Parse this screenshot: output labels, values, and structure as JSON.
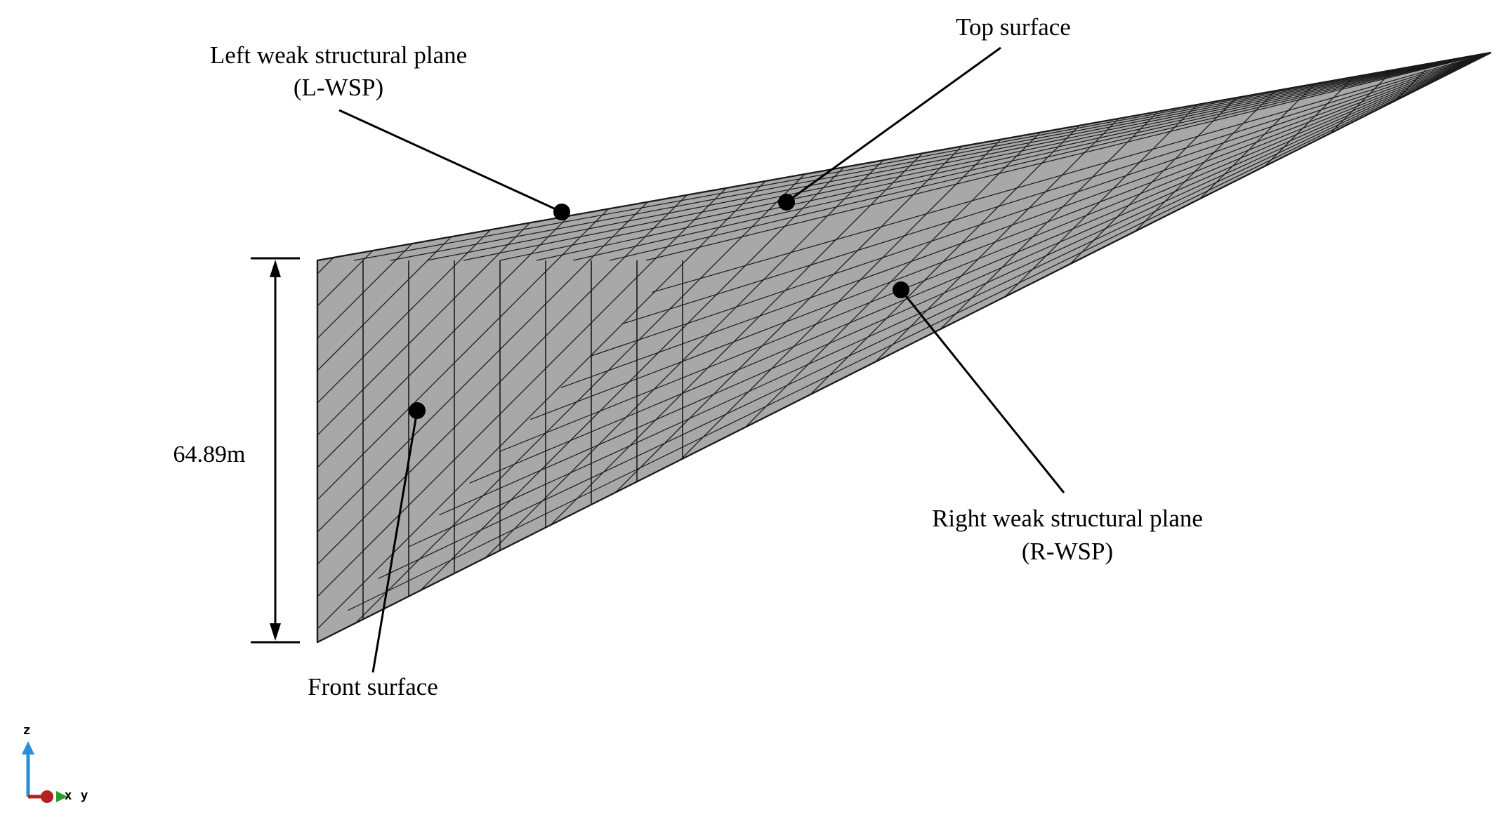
{
  "labels": {
    "left_plane_line1": "Left weak structural plane",
    "left_plane_line2": "(L-WSP)",
    "top_surface": "Top surface",
    "right_plane_line1": "Right weak structural plane",
    "right_plane_line2": "(R-WSP)",
    "front_surface": "Front surface",
    "height_dimension": "64.89m"
  },
  "triad": {
    "z_label": "z",
    "x_label": "x",
    "y_label": "y"
  },
  "colors": {
    "mesh_fill": "#a8a8a8",
    "mesh_line": "#1a1a1a",
    "annotation": "#000000",
    "triad_z": "#2a8fd6",
    "triad_x": "#b22222",
    "triad_y": "#2e9a2e"
  }
}
